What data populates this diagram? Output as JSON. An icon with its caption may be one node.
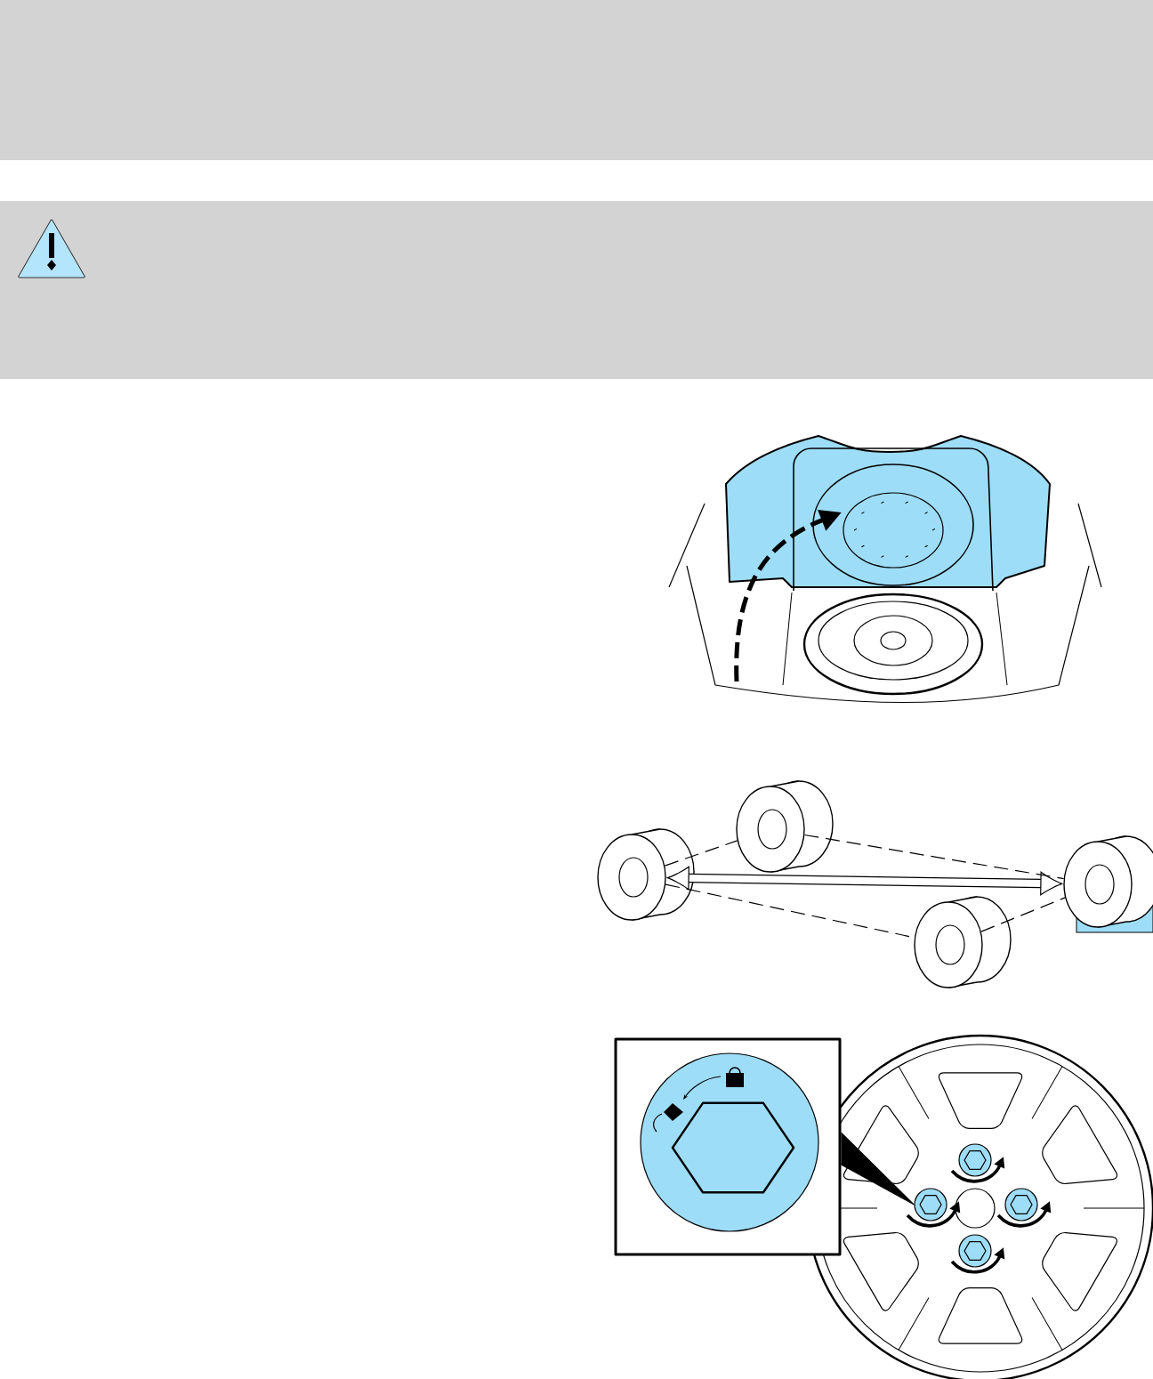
{
  "diagram": {
    "nodes": [
      {
        "text": [],
        "shape": "tire"
      },
      {
        "text": [],
        "shape": "tire"
      },
      {
        "text": [],
        "shape": "tire"
      },
      {
        "text": [],
        "shape": "tire"
      },
      {
        "text": [],
        "shape": "box"
      },
      {
        "text": [],
        "shape": "nut"
      }
    ],
    "edges": [
      {
        "from": 0,
        "to": 1,
        "arrow": "none",
        "style": "dashed"
      },
      {
        "from": 1,
        "to": 3,
        "arrow": "none",
        "style": "dashed"
      },
      {
        "from": 0,
        "to": 2,
        "arrow": "none",
        "style": "dashed"
      },
      {
        "from": 2,
        "to": 3,
        "arrow": "none",
        "style": "dashed"
      },
      {
        "from": 0,
        "to": 3,
        "arrow": "both",
        "style": "thick"
      },
      {
        "from": 4,
        "to": 5,
        "arrow": "other"
      }
    ]
  }
}
